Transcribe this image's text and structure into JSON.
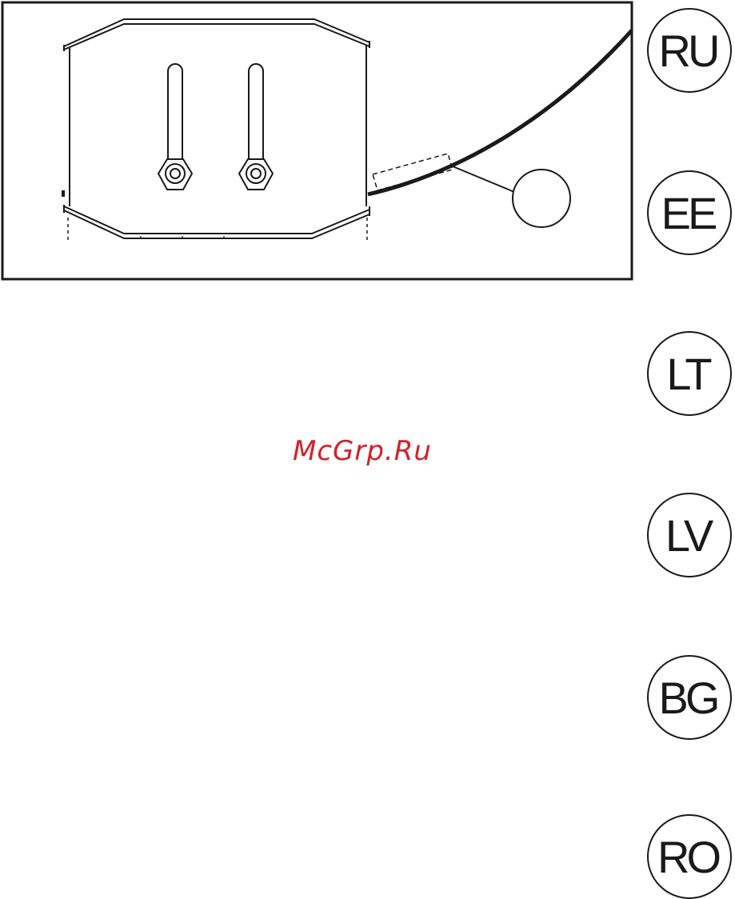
{
  "languages": [
    {
      "code": "RU"
    },
    {
      "code": "EE"
    },
    {
      "code": "LT"
    },
    {
      "code": "LV"
    },
    {
      "code": "BG"
    },
    {
      "code": "RO"
    }
  ],
  "watermark": "McGrp.Ru",
  "colors": {
    "ink": "#1a1a1a",
    "watermark": "#d42027",
    "background": "#ffffff"
  },
  "figure": {
    "description_icon": "appliance-back-panel-with-power-cord",
    "callout_label": ""
  }
}
